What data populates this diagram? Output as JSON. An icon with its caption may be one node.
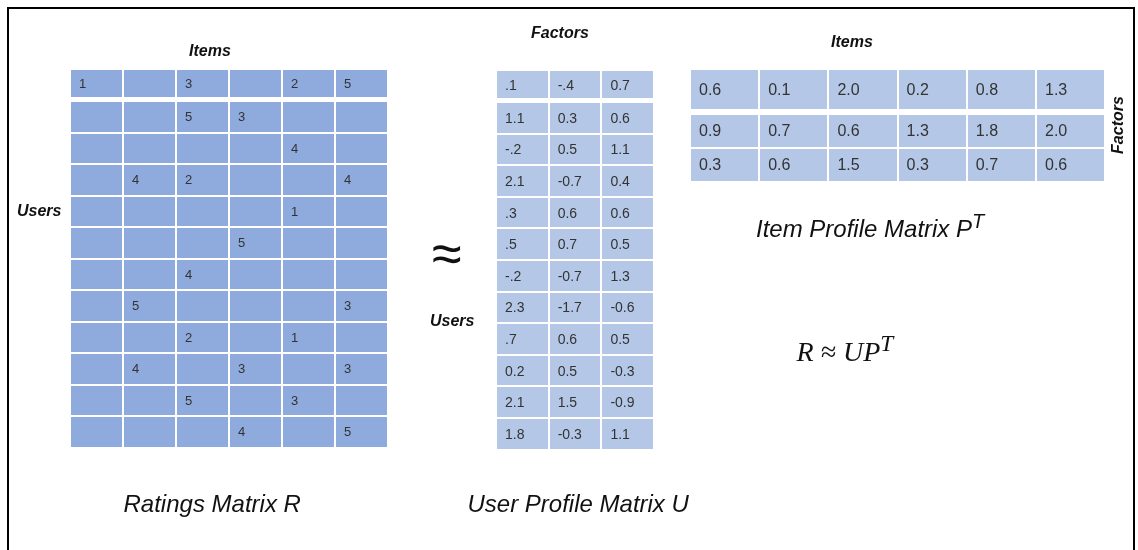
{
  "diagram": {
    "labels": [
      "Items",
      "1",
      "3",
      "2",
      "5",
      "5",
      "3",
      "4",
      "4",
      "2",
      "4",
      "1",
      "5",
      "4",
      "5",
      "3",
      "2",
      "1",
      "4",
      "3",
      "3",
      "5",
      "3",
      "4",
      "5",
      "Users",
      "Ratings Matrix R",
      "≈",
      "Factors",
      ".1",
      "-.4",
      "0.7",
      "1.1",
      "0.3",
      "0.6",
      "-.2",
      "0.5",
      "1.1",
      "2.1",
      "-0.7",
      "0.4",
      ".3",
      "0.6",
      "0.6",
      ".5",
      "0.7",
      "0.5",
      "-.2",
      "-0.7",
      "1.3",
      "2.3",
      "-1.7",
      "-0.6",
      ".7",
      "0.6",
      "0.5",
      "0.2",
      "0.5",
      "-0.3",
      "2.1",
      "1.5",
      "-0.9",
      "1.8",
      "-0.3",
      "1.1",
      "Users",
      "User Profile Matrix U",
      "Items",
      "0.6",
      "0.1",
      "2.0",
      "0.2",
      "0.8",
      "1.3",
      "0.9",
      "0.7",
      "0.6",
      "1.3",
      "1.8",
      "2.0",
      "0.3",
      "0.6",
      "1.5",
      "0.3",
      "0.7",
      "0.6",
      "Factors",
      "Item Profile Matrix P$^{T}$",
      "R  ≈ UP$^{T}$"
    ]
  }
}
